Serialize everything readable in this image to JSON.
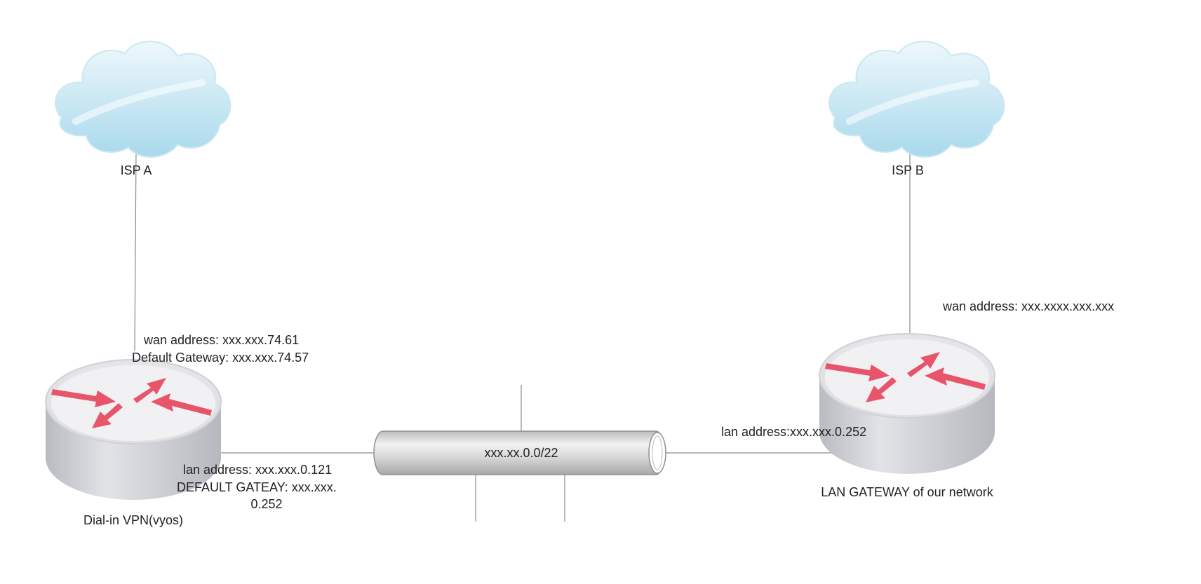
{
  "isp_a": {
    "label": "ISP A"
  },
  "isp_b": {
    "label": "ISP B"
  },
  "vpn_router": {
    "label": "Dial-in VPN(vyos)",
    "wan_address": "wan address: xxx.xxx.74.61",
    "default_gateway": "Default Gateway: xxx.xxx.74.57",
    "lan_address": "lan address: xxx.xxx.0.121",
    "lan_default_gateway_line1": "DEFAULT GATEAY: xxx.xxx.",
    "lan_default_gateway_line2": "0.252"
  },
  "lan_gateway": {
    "label": "LAN GATEWAY of our network",
    "wan_address": "wan address: xxx.xxxx.xxx.xxx",
    "lan_address": "lan address:xxx.xxx.0.252"
  },
  "subnet": {
    "label": "xxx.xx.0.0/22"
  },
  "colors": {
    "cloud_light": "#e4f4fa",
    "cloud_dark": "#a8d8ea",
    "router_top": "#ececee",
    "router_side": "#c9cbd1",
    "arrow": "#e8546a",
    "line": "#8a8a8a",
    "pipe": "#d4d4d4"
  }
}
